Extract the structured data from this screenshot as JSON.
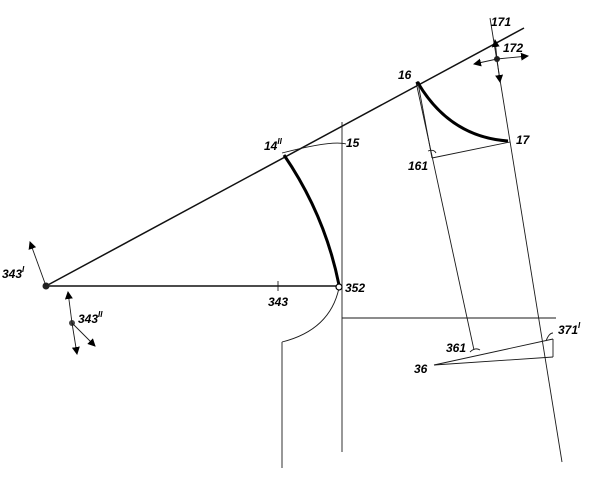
{
  "points": [
    {
      "id": "p16",
      "label": "16",
      "sup": ""
    },
    {
      "id": "p171",
      "label": "171",
      "sup": ""
    },
    {
      "id": "p172",
      "label": "172",
      "sup": ""
    },
    {
      "id": "p14",
      "label": "14",
      "sup": "II"
    },
    {
      "id": "p15",
      "label": "15",
      "sup": ""
    },
    {
      "id": "p161",
      "label": "161",
      "sup": ""
    },
    {
      "id": "p17",
      "label": "17",
      "sup": ""
    },
    {
      "id": "p343a",
      "label": "343",
      "sup": "I"
    },
    {
      "id": "p343",
      "label": "343",
      "sup": ""
    },
    {
      "id": "p352",
      "label": "352",
      "sup": ""
    },
    {
      "id": "p343b",
      "label": "343",
      "sup": "II"
    },
    {
      "id": "p371",
      "label": "371",
      "sup": "I"
    },
    {
      "id": "p361",
      "label": "361",
      "sup": ""
    },
    {
      "id": "p36",
      "label": "36",
      "sup": ""
    }
  ]
}
